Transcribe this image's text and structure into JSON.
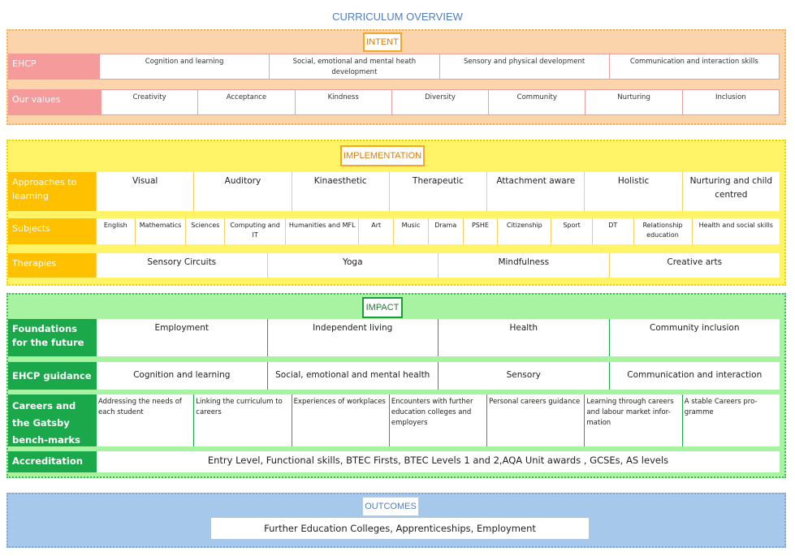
{
  "title": "CURRICULUM OVERVIEW",
  "intent": {
    "badge": "INTENT",
    "ehcp": {
      "label": "EHCP",
      "items": [
        "Cognition and learning",
        "Social, emotional and mental heath development",
        "Sensory and physical development",
        "Communication and interaction skills"
      ]
    },
    "values": {
      "label": "Our values",
      "items": [
        "Creativity",
        "Acceptance",
        "Kindness",
        "Diversity",
        "Community",
        "Nurturing",
        "Inclusion"
      ]
    }
  },
  "implementation": {
    "badge": "IMPLEMENTATION",
    "approaches": {
      "label": "Approaches to learning",
      "items": [
        "Visual",
        "Auditory",
        "Kinaesthetic",
        "Therapeutic",
        "Attachment aware",
        "Holistic",
        "Nurturing and child centred"
      ]
    },
    "subjects": {
      "label": "Subjects",
      "items": [
        "English",
        "Mathematics",
        "Sciences",
        "Computing and IT",
        "Humanities and MFL",
        "Art",
        "Music",
        "Drama",
        "PSHE",
        "Citizenship",
        "Sport",
        "DT",
        "Relationship education",
        "Health and social skills"
      ]
    },
    "therapies": {
      "label": "Therapies",
      "items": [
        "Sensory Circuits",
        "Yoga",
        "Mindfulness",
        "Creative arts"
      ]
    }
  },
  "impact": {
    "badge": "IMPACT",
    "foundations": {
      "label": "Foundations for the future",
      "items": [
        "Employment",
        "Independent living",
        "Health",
        "Community inclusion"
      ]
    },
    "ehcp": {
      "label": "EHCP guidance",
      "items": [
        "Cognition and learning",
        "Social, emotional and mental health",
        "Sensory",
        "Communication and interaction"
      ]
    },
    "careers": {
      "label": "Careers and the Gatsby bench-marks",
      "items": [
        "Addressing the needs of each student",
        "Linking the curriculum to careers",
        "Experiences of workplaces",
        "Encounters with further education colleges and employers",
        "Personal careers guidance",
        "Learning through careers and labour market infor-mation",
        "A stable Careers pro-gramme"
      ]
    },
    "accreditation": {
      "label": "Accreditation",
      "text": "Entry Level, Functional skills, BTEC Firsts, BTEC Levels 1 and 2,AQA Unit awards , GCSEs, AS levels"
    }
  },
  "outcomes": {
    "badge": "OUTCOMES",
    "text": "Further Education Colleges, Apprenticeships, Employment"
  }
}
